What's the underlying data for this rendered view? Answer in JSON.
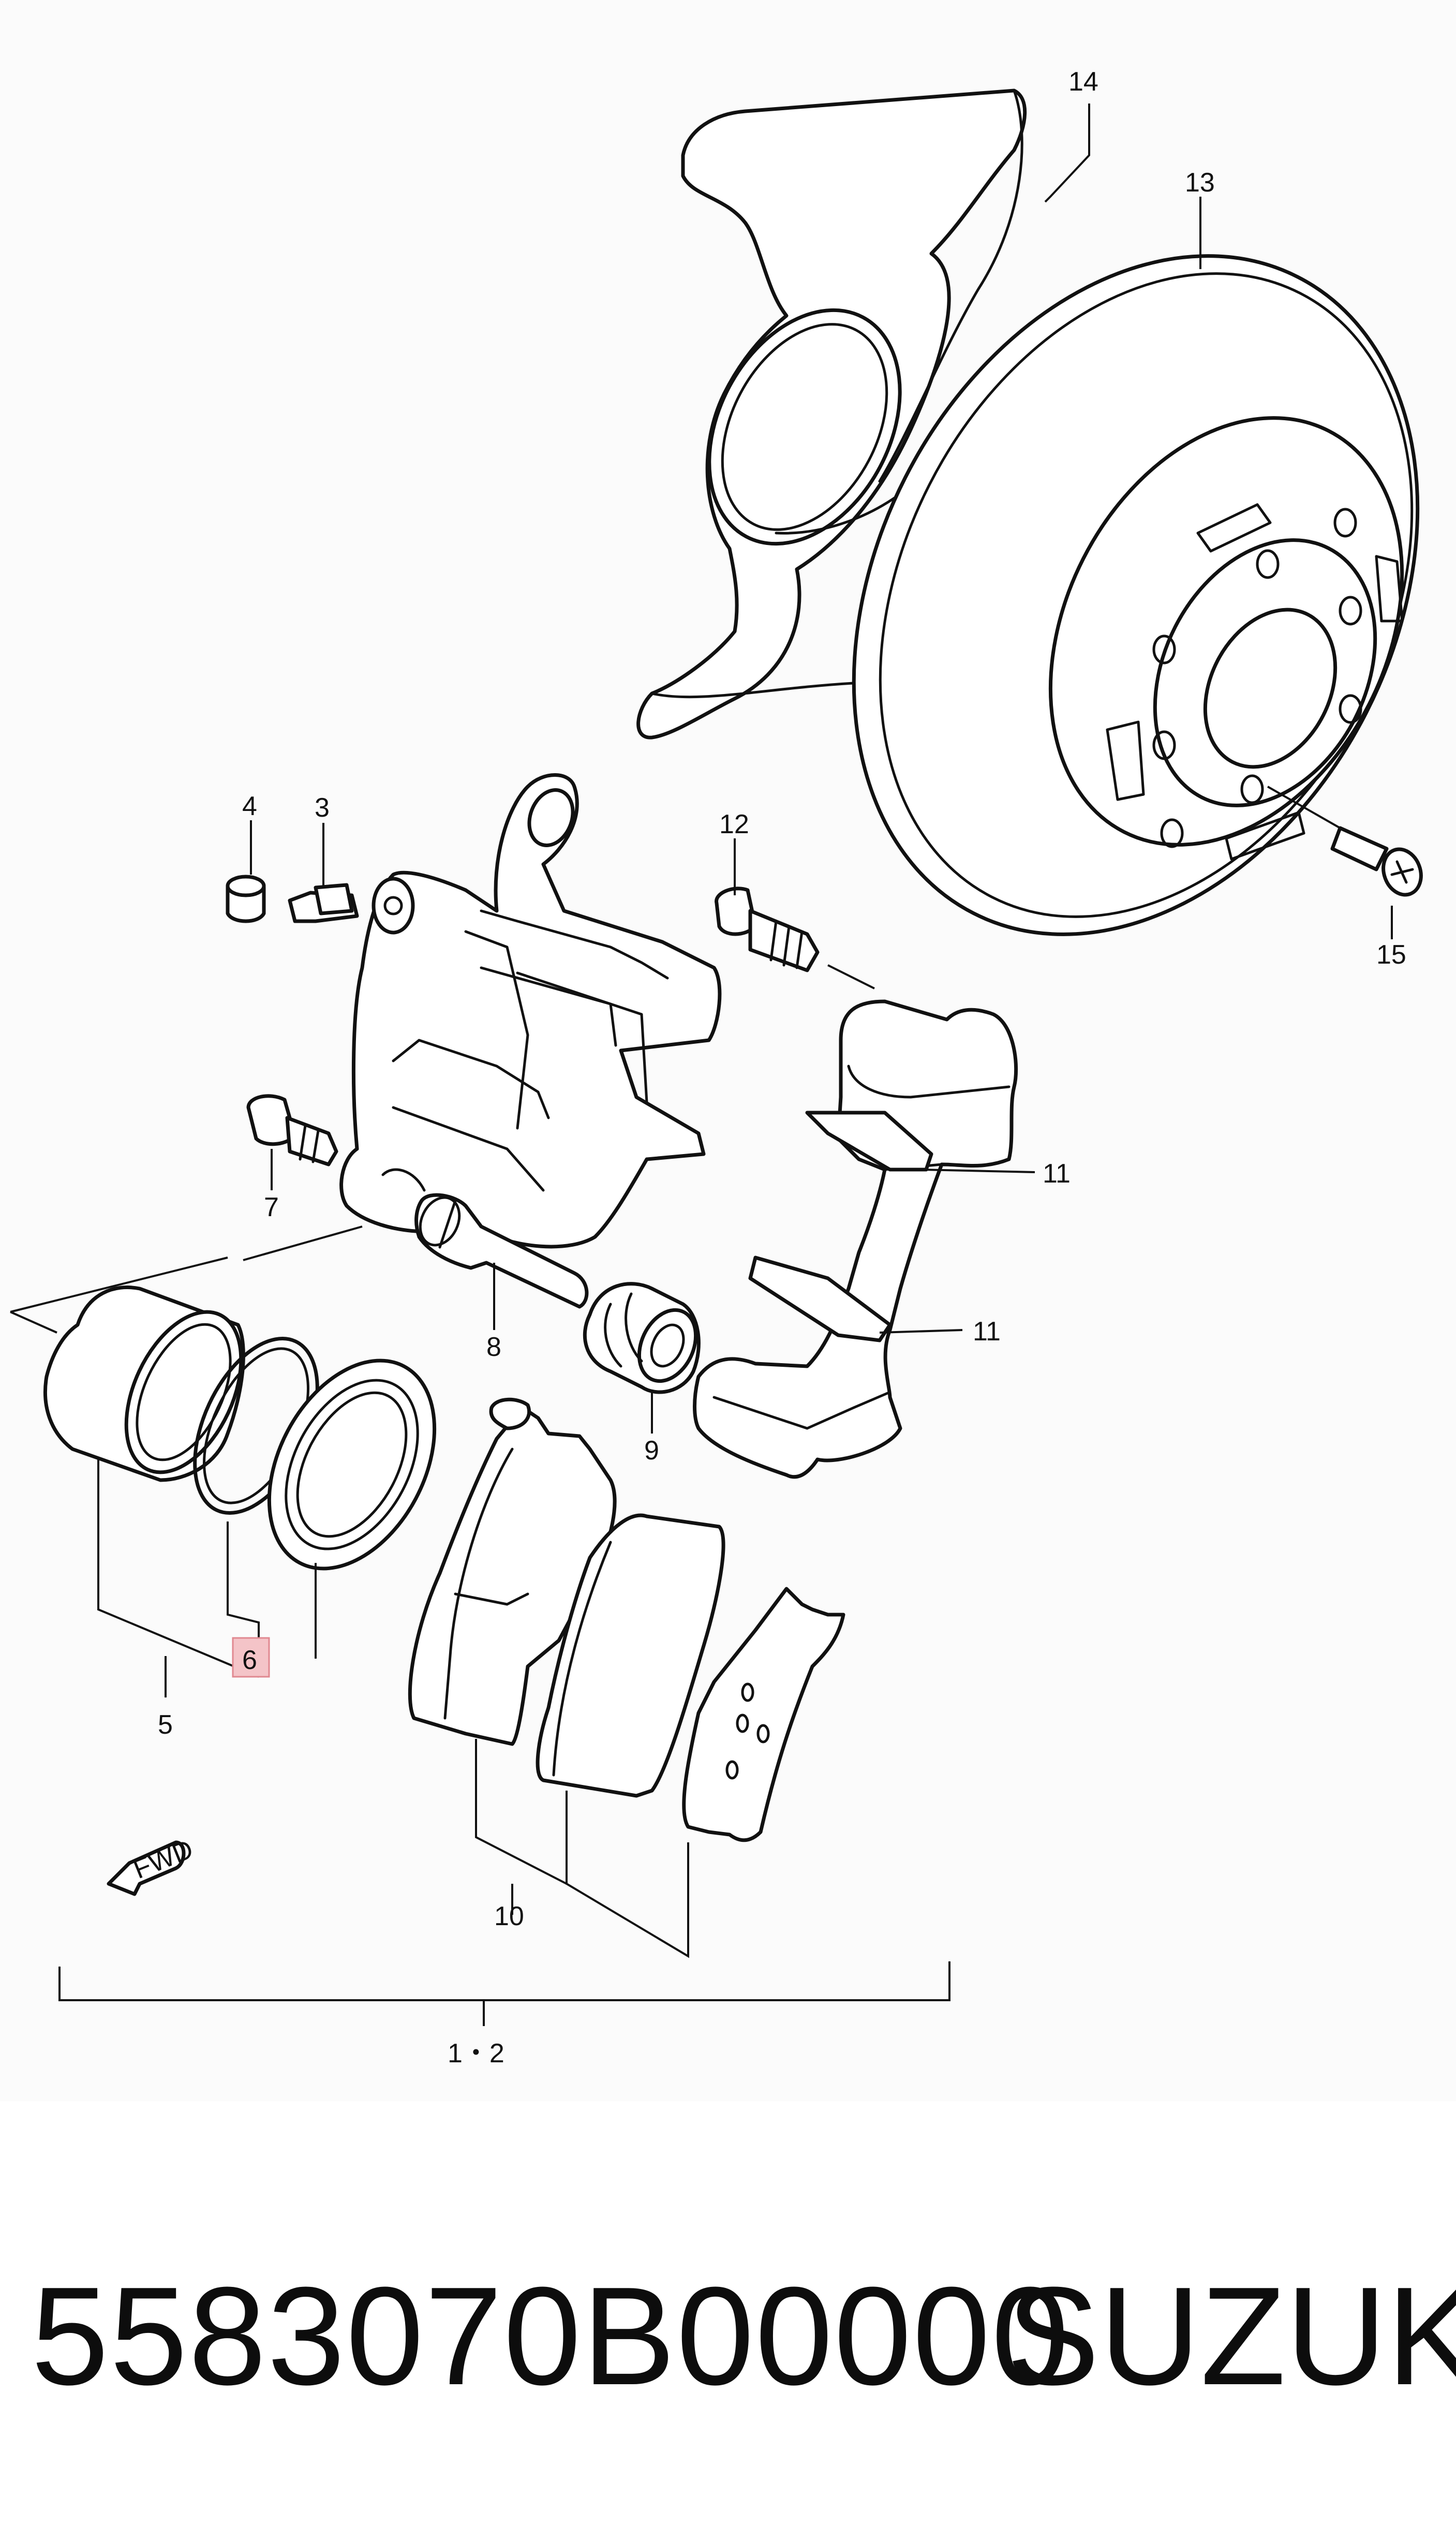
{
  "diagram": {
    "callouts": {
      "c14": "14",
      "c13": "13",
      "c4": "4",
      "c3": "3",
      "c12": "12",
      "c15": "15",
      "c11a": "11",
      "c11b": "11",
      "c7": "7",
      "c8": "8",
      "c9": "9",
      "c6": "6",
      "c5": "5",
      "c10": "10",
      "c12_assy": "1・2"
    },
    "fwd_label": "FWD",
    "highlight_color": "#f4c4c8"
  },
  "footer": {
    "part_number": "5583070B00000",
    "brand": "SUZUKI"
  }
}
